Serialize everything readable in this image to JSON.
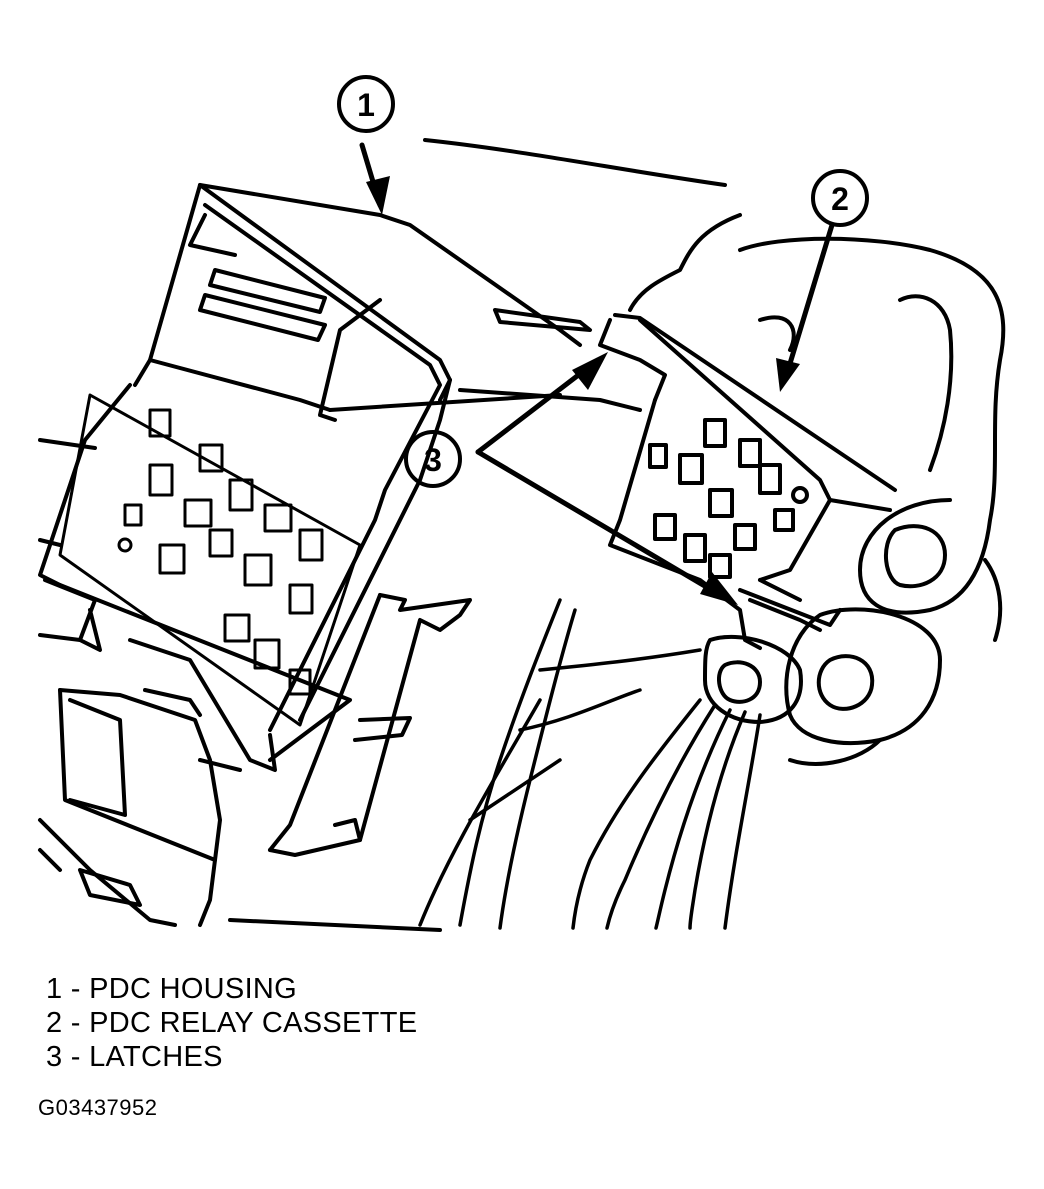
{
  "callouts": [
    {
      "number": "1"
    },
    {
      "number": "2"
    },
    {
      "number": "3"
    }
  ],
  "legend": [
    {
      "text": "1 - PDC HOUSING"
    },
    {
      "text": "2 - PDC RELAY CASSETTE"
    },
    {
      "text": "3 - LATCHES"
    }
  ],
  "figure_id": "G03437952",
  "colors": {
    "ink": "#000000",
    "paper": "#ffffff"
  }
}
